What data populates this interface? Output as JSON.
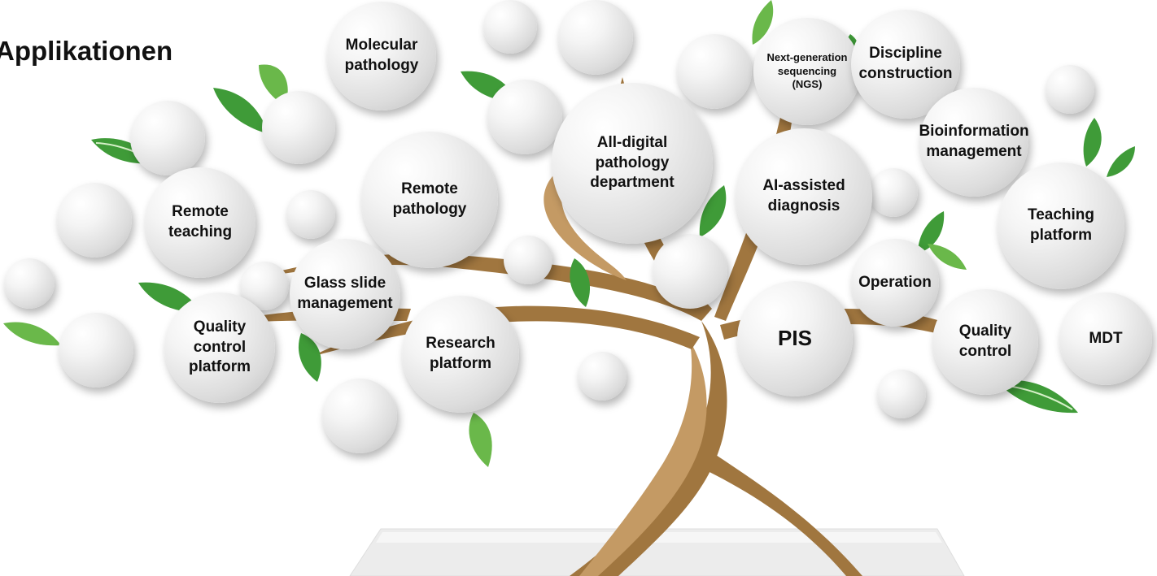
{
  "heading": "Applikationen",
  "colors": {
    "trunk": "#a0763f",
    "trunk_light": "#c49a64",
    "leaf": "#3f9b38",
    "leaf_light": "#8fce6c",
    "bubble": "#e2e2e2",
    "base": "#e9e9e9"
  },
  "nodes": {
    "molecular_pathology": "Molecular\npathology",
    "ngs": "Next-generation\nsequencing\n(NGS)",
    "discipline_construction": "Discipline\nconstruction",
    "bioinformation_management": "Bioinformation\nmanagement",
    "all_digital": "All-digital\npathology\ndepartment",
    "remote_teaching": "Remote\nteaching",
    "remote_pathology": "Remote\npathology",
    "ai_assisted": "AI-assisted\ndiagnosis",
    "teaching_platform": "Teaching\nplatform",
    "glass_slide": "Glass slide\nmanagement",
    "operation": "Operation",
    "quality_control_platform": "Quality\ncontrol\nplatform",
    "research_platform": "Research\nplatform",
    "pis": "PIS",
    "quality_control": "Quality\ncontrol",
    "mdt": "MDT"
  }
}
